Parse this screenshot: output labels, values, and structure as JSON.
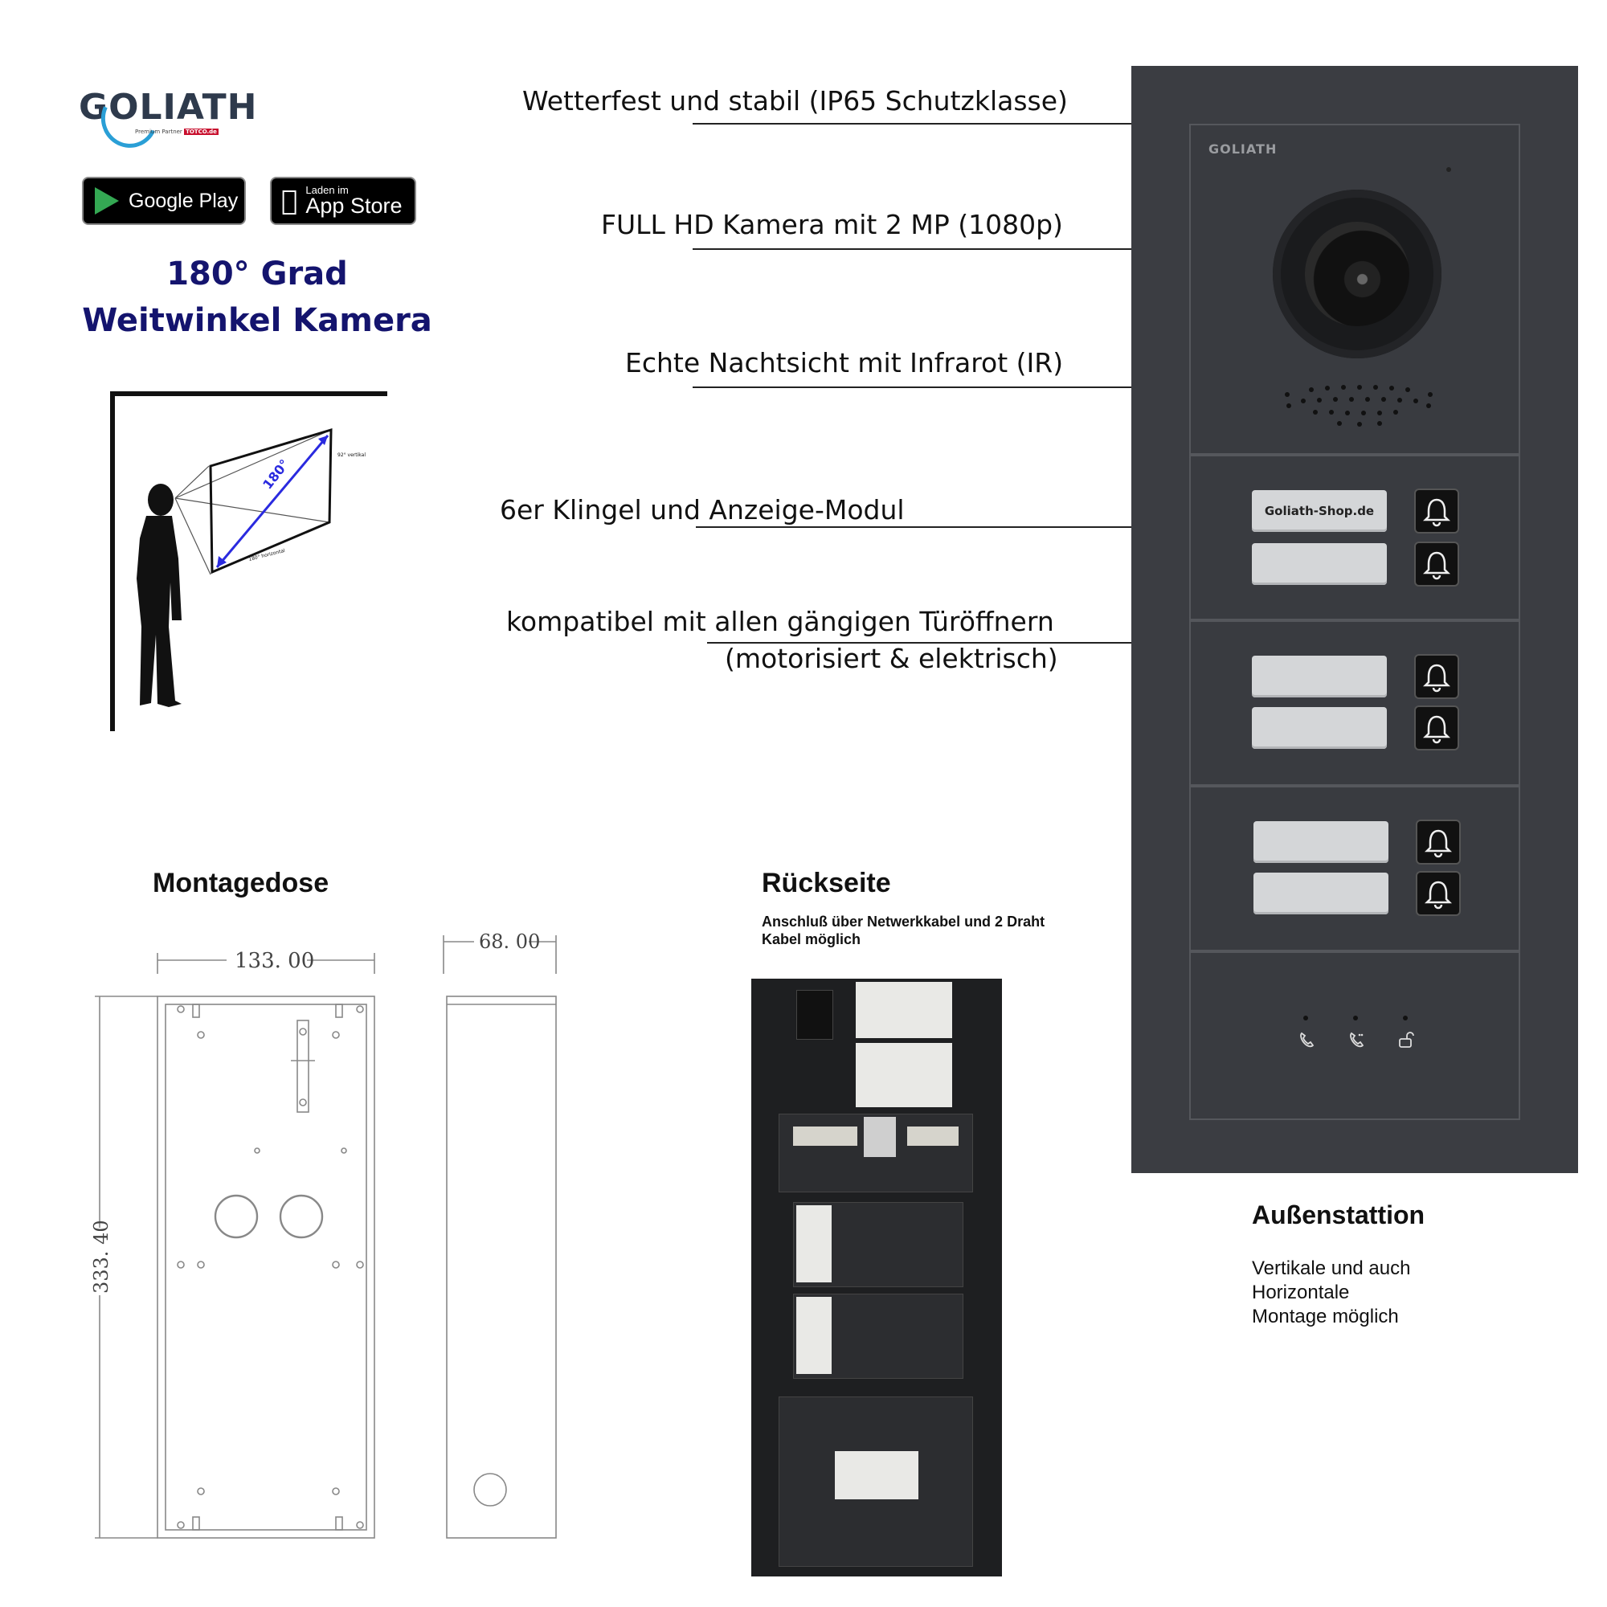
{
  "brand": {
    "logo_text": "GOLIATH",
    "logo_sub": "Premium Partner",
    "logo_sub_brand": "TOTCO.de"
  },
  "stores": {
    "google_play": "Google Play",
    "app_store_small": "Laden im",
    "app_store": "App Store"
  },
  "camera_heading": {
    "line1": "180° Grad",
    "line2": "Weitwinkel Kamera"
  },
  "diagram": {
    "angle": "180°",
    "vertical": "92° vertikal",
    "horizontal": "180° horizontal"
  },
  "features": [
    "Wetterfest und stabil (IP65 Schutzklasse)",
    "FULL HD Kamera mit 2 MP (1080p)",
    "Echte Nachtsicht mit Infrarot (IR)",
    "6er Klingel und Anzeige-Modul",
    "kompatibel mit allen gängigen Türöffnern",
    "(motorisiert & elektrisch)"
  ],
  "panel": {
    "logo": "GOLIATH",
    "nameplate_1": "Goliath-Shop.de"
  },
  "montagedose": {
    "title": "Montagedose",
    "width": "133. 00",
    "depth": "68. 00",
    "height": "333. 40"
  },
  "rueckseite": {
    "title": "Rückseite",
    "desc_line1": "Anschluß über Netwerkkabel und 2 Draht",
    "desc_line2": "Kabel möglich"
  },
  "aussenstation": {
    "title": "Außenstattion",
    "line1": "Vertikale und auch",
    "line2": "Horizontale",
    "line3": "Montage möglich"
  },
  "colors": {
    "panel": "#3b3d42",
    "heading_blue": "#14146e",
    "gp_green": "#34a853"
  }
}
